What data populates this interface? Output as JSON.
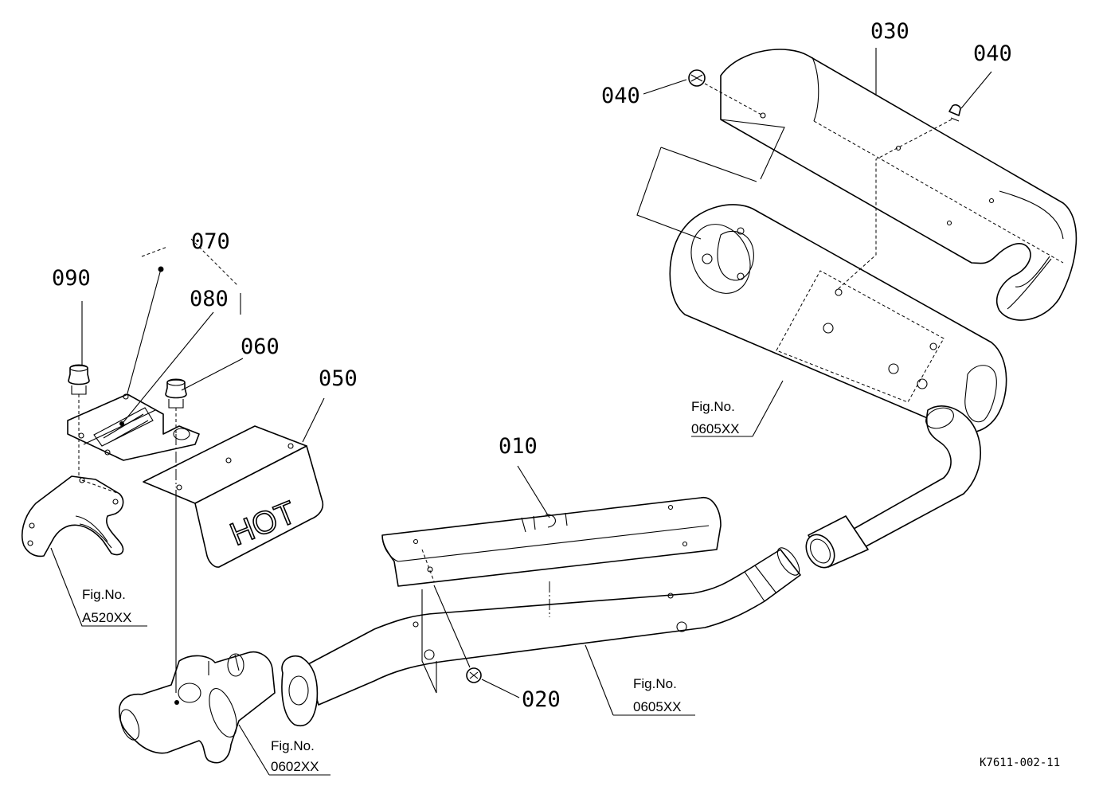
{
  "diagram": {
    "part_labels": {
      "p010": "010",
      "p020": "020",
      "p030": "030",
      "p040a": "040",
      "p040b": "040",
      "p050": "050",
      "p060": "060",
      "p070": "070",
      "p080": "080",
      "p090": "090"
    },
    "figure_refs": [
      {
        "label": "Fig.No.",
        "code": "A520XX"
      },
      {
        "label": "Fig.No.",
        "code": "0605XX"
      },
      {
        "label": "Fig.No.",
        "code": "0605XX"
      },
      {
        "label": "Fig.No.",
        "code": "0602XX"
      }
    ],
    "decal_text": "HOT",
    "drawing_code": "K7611-002-11"
  }
}
